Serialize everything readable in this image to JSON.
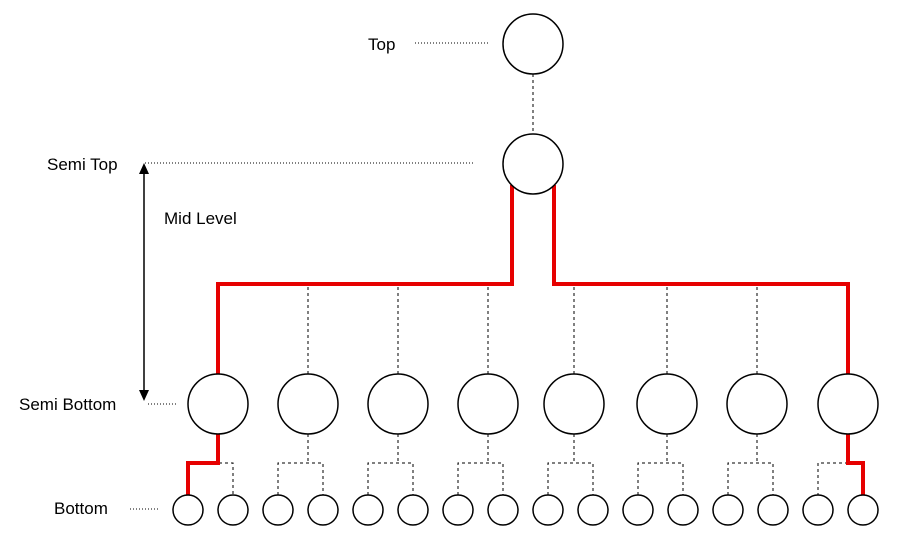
{
  "labels": {
    "top": "Top",
    "semi_top": "Semi Top",
    "mid_level": "Mid Level",
    "semi_bottom": "Semi Bottom",
    "bottom": "Bottom"
  },
  "colors": {
    "highlight_path": "#e60000",
    "line": "#000000",
    "node_fill": "#ffffff"
  },
  "tree": {
    "semi_bottom_count": 8,
    "bottom_children_per_node": 2,
    "highlighted_branches": [
      "first-semi-bottom-to-first-bottom",
      "last-semi-bottom-to-last-bottom"
    ]
  }
}
